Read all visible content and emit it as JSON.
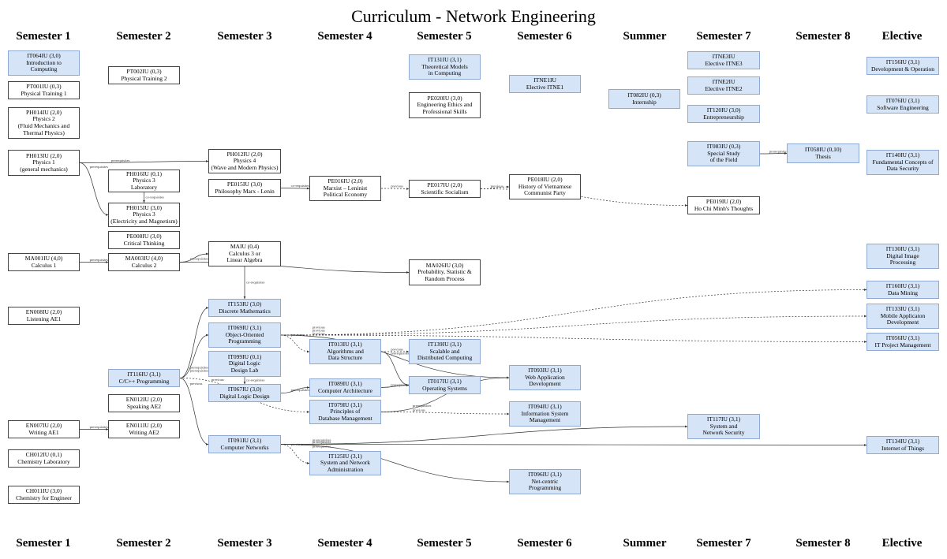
{
  "title": "Curriculum - Network Engineering",
  "semesters": [
    "Semester 1",
    "Semester 2",
    "Semester 3",
    "Semester 4",
    "Semester 5",
    "Semester 6",
    "Summer",
    "Semester 7",
    "Semester 8",
    "Elective"
  ],
  "colors": {
    "highlight_fill": "#d6e4f7",
    "highlight_border": "#8eaad3",
    "plain_border": "#444444",
    "edge": "#333333"
  },
  "courses": [
    {
      "id": "IT064IU",
      "text": "IT064IU (3,0)\nIntroduction to\nComputing",
      "hl": true
    },
    {
      "id": "PT001IU",
      "text": "PT001IU (0,3)\nPhysical Training 1",
      "hl": false
    },
    {
      "id": "PH014IU",
      "text": "PH014IU (2,0)\nPhysics 2\n(Fluid Mechanics and\nThermal Physics)",
      "hl": false
    },
    {
      "id": "PH013IU",
      "text": "PH013IU (2,0)\nPhysics 1\n(general mechanics)",
      "hl": false
    },
    {
      "id": "MA001IU",
      "text": "MA001IU (4,0)\nCalculus 1",
      "hl": false
    },
    {
      "id": "EN008IU",
      "text": "EN008IU (2,0)\nListening AE1",
      "hl": false
    },
    {
      "id": "EN007IU",
      "text": "EN007IU (2,0)\nWriting AE1",
      "hl": false
    },
    {
      "id": "CH012IU",
      "text": "CH012IU (0,1)\nChemistry Laboratory",
      "hl": false
    },
    {
      "id": "CH011IU",
      "text": "CH011IU (3,0)\nChemistry for Engineer",
      "hl": false
    },
    {
      "id": "PT002IU",
      "text": "PT002IU (0,3)\nPhysical Training 2",
      "hl": false
    },
    {
      "id": "PH016IU",
      "text": "PH016IU (0,1)\nPhysics 3\nLaboratory",
      "hl": false
    },
    {
      "id": "PH015IU",
      "text": "PH015IU (3,0)\nPhysics 3\n(Electricity and Magnetism)",
      "hl": false
    },
    {
      "id": "PE008IU",
      "text": "PE008IU (3,0)\nCritical Thinking",
      "hl": false
    },
    {
      "id": "MA003IU",
      "text": "MA003IU (4,0)\nCalculus 2",
      "hl": false
    },
    {
      "id": "IT116IU",
      "text": "IT116IU (3,1)\nC/C++ Programming",
      "hl": true
    },
    {
      "id": "EN012IU",
      "text": "EN012IU (2,0)\nSpeaking AE2",
      "hl": false
    },
    {
      "id": "EN011IU",
      "text": "EN011IU (2,0)\nWriting AE2",
      "hl": false
    },
    {
      "id": "PH012IU",
      "text": "PH012IU (2,0)\nPhysics 4\n(Wave and Modern Physics)",
      "hl": false
    },
    {
      "id": "PE015IU",
      "text": "PE015IU (3,0)\nPhilosophy Marx - Lenin",
      "hl": false
    },
    {
      "id": "MAIU",
      "text": "MAIU (0,4)\nCalculus 3 or\nLinear Algebra",
      "hl": false
    },
    {
      "id": "IT153IU",
      "text": "IT153IU (3,0)\nDiscrete Mathematics",
      "hl": true
    },
    {
      "id": "IT069IU",
      "text": "IT069IU (3,1)\nObject-Oriented\nProgramming",
      "hl": true
    },
    {
      "id": "IT099IU",
      "text": "IT099IU (0,1)\nDigital Logic\nDesign Lab",
      "hl": true
    },
    {
      "id": "IT067IU",
      "text": "IT067IU (3,0)\nDigital Logic Design",
      "hl": true
    },
    {
      "id": "IT091IU",
      "text": "IT091IU (3,1)\nComputer Networks",
      "hl": true
    },
    {
      "id": "PE016IU",
      "text": "PE016IU (2,0)\nMarxist – Leninist\nPolitical Economy",
      "hl": false
    },
    {
      "id": "IT013IU",
      "text": "IT013IU (3,1)\nAlgorithms and\nData Structure",
      "hl": true
    },
    {
      "id": "IT089IU",
      "text": "IT089IU (3,1)\nComputer Architecture",
      "hl": true
    },
    {
      "id": "IT079IU",
      "text": "IT079IU (3,1)\nPrinciples of\nDatabase Management",
      "hl": true
    },
    {
      "id": "IT125IU",
      "text": "IT125IU (3,1)\nSystem and Network\nAdministration",
      "hl": true
    },
    {
      "id": "IT131IU",
      "text": "IT131IU (3,1)\nTheoretical Models\nin Computing",
      "hl": true
    },
    {
      "id": "PE020IU",
      "text": "PE020IU (3,0)\nEngineering Ethics and\nProfessional Skills",
      "hl": false
    },
    {
      "id": "PE017IU",
      "text": "PE017IU (2,0)\nScientific Socialism",
      "hl": false
    },
    {
      "id": "MA026IU",
      "text": "MA026IU (3,0)\nProbability, Statistic &\nRandom Process",
      "hl": false
    },
    {
      "id": "IT139IU",
      "text": "IT139IU (3,1)\nScalable and\nDistributed Computing",
      "hl": true
    },
    {
      "id": "IT017IU",
      "text": "IT017IU (3,1)\nOperating Systems",
      "hl": true
    },
    {
      "id": "ITNE1IU",
      "text": "ITNE1IU\nElective ITNE1",
      "hl": true
    },
    {
      "id": "PE018IU",
      "text": "PE018IU (2,0)\nHistory of Vietnamese\nCommunist Party",
      "hl": false
    },
    {
      "id": "IT093IU",
      "text": "IT093IU (3,1)\nWeb Application\nDevelopment",
      "hl": true
    },
    {
      "id": "IT094IU",
      "text": "IT094IU (3,1)\nInformation System\nManagement",
      "hl": true
    },
    {
      "id": "IT096IU",
      "text": "IT096IU (3,1)\nNet-centric\nProgramming",
      "hl": true
    },
    {
      "id": "IT082IU",
      "text": "IT082IU (0,3)\nInternship",
      "hl": true
    },
    {
      "id": "ITNE3IU",
      "text": "ITNE3IU\nElective ITNE3",
      "hl": true
    },
    {
      "id": "ITNE2IU",
      "text": "ITNE2IU\nElective ITNE2",
      "hl": true
    },
    {
      "id": "IT120IU",
      "text": "IT120IU (3,0)\nEntrepreneurship",
      "hl": true
    },
    {
      "id": "IT083IU",
      "text": "IT083IU (0,3)\nSpecial Study\nof the Field",
      "hl": true
    },
    {
      "id": "PE019IU",
      "text": "PE019IU (2,0)\nHo Chi Minh's Thoughts",
      "hl": false
    },
    {
      "id": "IT117IU",
      "text": "IT117IU (3,1)\nSystem and\nNetwork Security",
      "hl": true
    },
    {
      "id": "IT058IU",
      "text": "IT058IU (0,10)\nThesis",
      "hl": true
    },
    {
      "id": "IT156IU",
      "text": "IT156IU (3,1)\nDevelopment & Operation",
      "hl": true
    },
    {
      "id": "IT076IU",
      "text": "IT076IU (3,1)\nSoftware Engineering",
      "hl": true
    },
    {
      "id": "IT140IU",
      "text": "IT140IU (3,1)\nFundamental Concepts of\nData Security",
      "hl": true
    },
    {
      "id": "IT130IU",
      "text": "IT130IU (3,1)\nDigital Image\nProcessing",
      "hl": true
    },
    {
      "id": "IT160IU",
      "text": "IT160IU (3,1)\nData Mining",
      "hl": true
    },
    {
      "id": "IT133IU",
      "text": "IT133IU (3,1)\nMobile Applicaton\nDevelopment",
      "hl": true
    },
    {
      "id": "IT056IU",
      "text": "IT056IU (3,1)\nIT Project Management",
      "hl": true
    },
    {
      "id": "IT134IU",
      "text": "IT134IU (3,1)\nInternet of Things",
      "hl": true
    }
  ],
  "edges": [
    {
      "from": "PH013IU",
      "to": "PH012IU",
      "label": "prerequisites",
      "dashed": false
    },
    {
      "from": "PH013IU",
      "to": "PH015IU",
      "label": "prerequisites",
      "dashed": false
    },
    {
      "from": "PH016IU",
      "to": "PH015IU",
      "label": "co-requisites",
      "dashed": false
    },
    {
      "from": "MA001IU",
      "to": "MA003IU",
      "label": "prerequisites",
      "dashed": false
    },
    {
      "from": "MA003IU",
      "to": "MAIU",
      "label": "prerequisites",
      "dashed": false
    },
    {
      "from": "MA003IU",
      "to": "MA026IU",
      "label": "prerequisites",
      "dashed": false
    },
    {
      "from": "MAIU",
      "to": "IT153IU",
      "label": "co-requisites",
      "dashed": false
    },
    {
      "from": "PE015IU",
      "to": "PE016IU",
      "label": "co-requisites",
      "dashed": false
    },
    {
      "from": "PE016IU",
      "to": "PE017IU",
      "label": "previous",
      "dashed": true
    },
    {
      "from": "PE017IU",
      "to": "PE018IU",
      "label": "previous",
      "dashed": true
    },
    {
      "from": "PE017IU",
      "to": "PE019IU",
      "label": "previous",
      "dashed": true
    },
    {
      "from": "EN007IU",
      "to": "EN011IU",
      "label": "prerequisites",
      "dashed": false
    },
    {
      "from": "IT116IU",
      "to": "IT153IU",
      "label": "prerequisites",
      "dashed": false
    },
    {
      "from": "IT116IU",
      "to": "IT069IU",
      "label": "prerequisites",
      "dashed": false
    },
    {
      "from": "IT116IU",
      "to": "IT079IU",
      "label": "previous",
      "dashed": true
    },
    {
      "from": "IT116IU",
      "to": "IT091IU",
      "label": "previous",
      "dashed": false
    },
    {
      "from": "IT069IU",
      "to": "IT013IU",
      "label": "previous",
      "dashed": true
    },
    {
      "from": "IT069IU",
      "to": "IT160IU",
      "label": "previous",
      "dashed": true
    },
    {
      "from": "IT069IU",
      "to": "IT133IU",
      "label": "previous",
      "dashed": true
    },
    {
      "from": "IT069IU",
      "to": "IT056IU",
      "label": "previous",
      "dashed": true
    },
    {
      "from": "IT069IU",
      "to": "IT093IU",
      "label": "",
      "dashed": false
    },
    {
      "from": "IT099IU",
      "to": "IT067IU",
      "label": "co-requisites",
      "dashed": false
    },
    {
      "from": "IT067IU",
      "to": "IT089IU",
      "label": "prerequisites",
      "dashed": false
    },
    {
      "from": "IT013IU",
      "to": "IT139IU",
      "label": "previous",
      "dashed": true
    },
    {
      "from": "IT013IU",
      "to": "IT017IU",
      "label": "prerequisites",
      "dashed": false
    },
    {
      "from": "IT089IU",
      "to": "IT017IU",
      "label": "prerequisites",
      "dashed": false
    },
    {
      "from": "IT079IU",
      "to": "IT093IU",
      "label": "prerequisites",
      "dashed": false
    },
    {
      "from": "IT079IU",
      "to": "IT094IU",
      "label": "previous",
      "dashed": true
    },
    {
      "from": "IT091IU",
      "to": "IT125IU",
      "label": "previous",
      "dashed": true
    },
    {
      "from": "IT091IU",
      "to": "IT096IU",
      "label": "prerequisites",
      "dashed": false
    },
    {
      "from": "IT091IU",
      "to": "IT117IU",
      "label": "prerequisites",
      "dashed": false
    },
    {
      "from": "IT091IU",
      "to": "IT134IU",
      "label": "prerequisites",
      "dashed": false
    },
    {
      "from": "IT083IU",
      "to": "IT058IU",
      "label": "prerequisites",
      "dashed": false
    }
  ]
}
